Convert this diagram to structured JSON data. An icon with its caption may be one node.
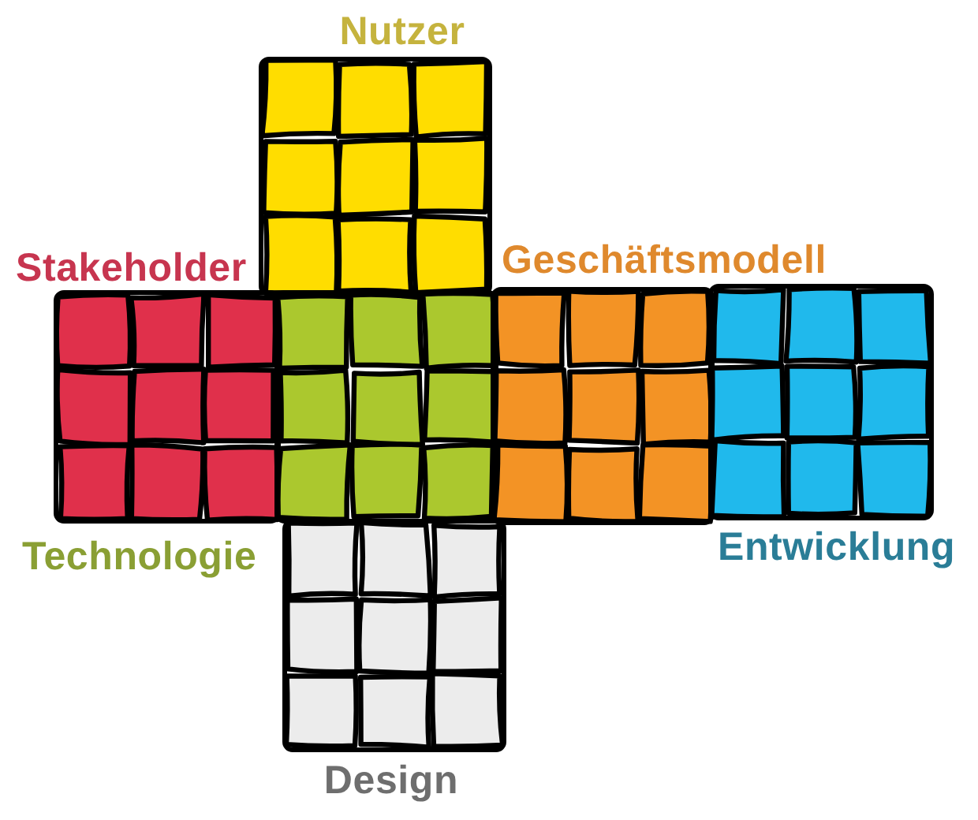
{
  "diagram": {
    "nodes": [
      {
        "text": [
          "Nutzer"
        ]
      },
      {
        "text": [
          "Stakeholder"
        ]
      },
      {
        "text": [
          "Technologie"
        ]
      },
      {
        "text": [
          "Geschäftsmodell"
        ]
      },
      {
        "text": [
          "Entwicklung"
        ]
      },
      {
        "text": [
          "Design"
        ]
      }
    ]
  }
}
